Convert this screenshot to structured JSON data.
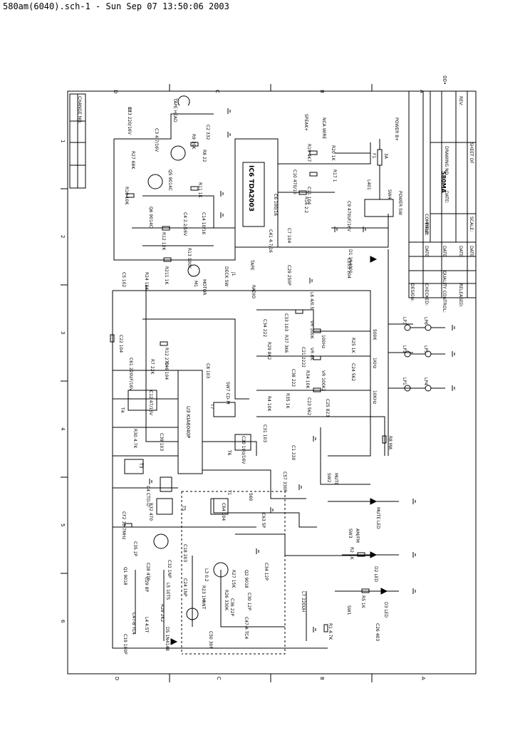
{
  "header": "580am(6040).sch-1 - Sun Sep 07 13:50:06 2003",
  "corner_mark": "00•",
  "title_block": {
    "model": "580MA",
    "fields": [
      "COMPANY:",
      "TITLE:",
      "DRAWING NO.",
      "DATE:",
      "SCALE:",
      "SHEET OF",
      "REV:",
      "DESIGN:",
      "CHECKED:",
      "QUALITY CONTROL:",
      "RELEASED:",
      "CHANGE NO.",
      "DATE",
      "DATE",
      "DATE",
      "DATE"
    ]
  },
  "row_labels_top": [
    "D",
    "C",
    "B",
    "A"
  ],
  "row_labels_bottom": [
    "D",
    "C",
    "B",
    "A"
  ],
  "col_labels": [
    "1",
    "2",
    "3",
    "4",
    "5",
    "6"
  ],
  "ic_labels": {
    "ic6": "IC6  TDA2003",
    "u3": "U3  KIA6040P"
  },
  "labels": {
    "tape_head": "TAPE HEAD",
    "speaker": "SPEAK+",
    "nca_wire": "NCA WIRE",
    "power_sw": "POWER SW",
    "power_b": "POWER B+",
    "sw4": "SW4",
    "motor": "MOTOR",
    "m1": "M1",
    "deck_sw": "DECK SW",
    "j1": "J1",
    "tape": "TAPE",
    "radio": "RADIO",
    "f1": "F1",
    "f1v": "3A",
    "l401": "L401",
    "ant": "ANT",
    "mute": "MUTE",
    "mute_led": "MUTE LED",
    "am_fm": "AM/FM",
    "d2_led": "D2 LED",
    "d3_led": "D3 LED",
    "sw1": "SW1",
    "sw2": "SW2",
    "sw3": "SW3",
    "d1": "D1 1N4001",
    "d5": "D5 1N4148",
    "l7": "L7 220UH",
    "r1": "R1 4.7K",
    "r2": "R2 1K",
    "r5": "R5 1K",
    "c26": "C26 403",
    "lp1": "LP1",
    "lp2": "LP2",
    "lp3": "LP3",
    "lp4": "LP4",
    "lp5": "LP5",
    "lp6": "LP6",
    "r8": "R8 MA"
  },
  "components": [
    "C13 220/16V",
    "R27 68K",
    "C3 4.7/16V",
    "R9 39K",
    "C2 332",
    "R8 22",
    "Q5 9014C",
    "R10 10K",
    "Q6 9014C",
    "R11 1K",
    "C4 2.2/16V",
    "C14 10/16",
    "R12 12K",
    "R13 100K",
    "C5 102",
    "R24 18K",
    "R211 1K",
    "R19 4K7",
    "R20 1K",
    "C10 470/16",
    "R17 1",
    "C11 104",
    "C6 100/16",
    "R16 2.2",
    "C7 104",
    "C41 4.7/16",
    "C9 470UF/16V",
    "C29 250P",
    "C213 104",
    "C34 222",
    "C33 103",
    "R37 3K6",
    "R29 8K2",
    "C21 2222",
    "R25 1K",
    "C38 222",
    "R34 10K",
    "C24 562",
    "R35 1K",
    "R4 10K",
    "C23 562",
    "C25 823",
    "C22 104",
    "R12 270",
    "C61 220UF/16V",
    "R7 22K",
    "C46 104",
    "C8 103",
    "SW7 CD-M",
    "C12 47/16V",
    "T7",
    "T4",
    "R30 4.7K",
    "C39 103",
    "C31 103",
    "C1 220",
    "C20 10U/16V",
    "T3",
    "T6",
    "C57 330P",
    "C4 CTD-D",
    "CF2 10.7MHz",
    "R32 470",
    "T5",
    "C64 104",
    "T1",
    "C63 5P",
    "C18 203",
    "C35 2P",
    "Q1 9018",
    "C29 8P",
    "C32 1NP",
    "C28 470",
    "L5 10TS",
    "L3 0.2",
    "R27 15K",
    "Q2 9018",
    "C34 12P",
    "C24 1NP",
    "R23 1M",
    "R26 330K",
    "C30 12P",
    "R28 2K2",
    "C47-A TC4",
    "C47-B TC4",
    "L4 4.5T",
    "C19 100P",
    "C50 30P",
    "C36 22P",
    "L6 4/0.5",
    "VR 100K",
    "VR 8K",
    "VR 100K2",
    "500K",
    "1KHz",
    "10KHz",
    "100Hz",
    "560",
    "3P"
  ]
}
